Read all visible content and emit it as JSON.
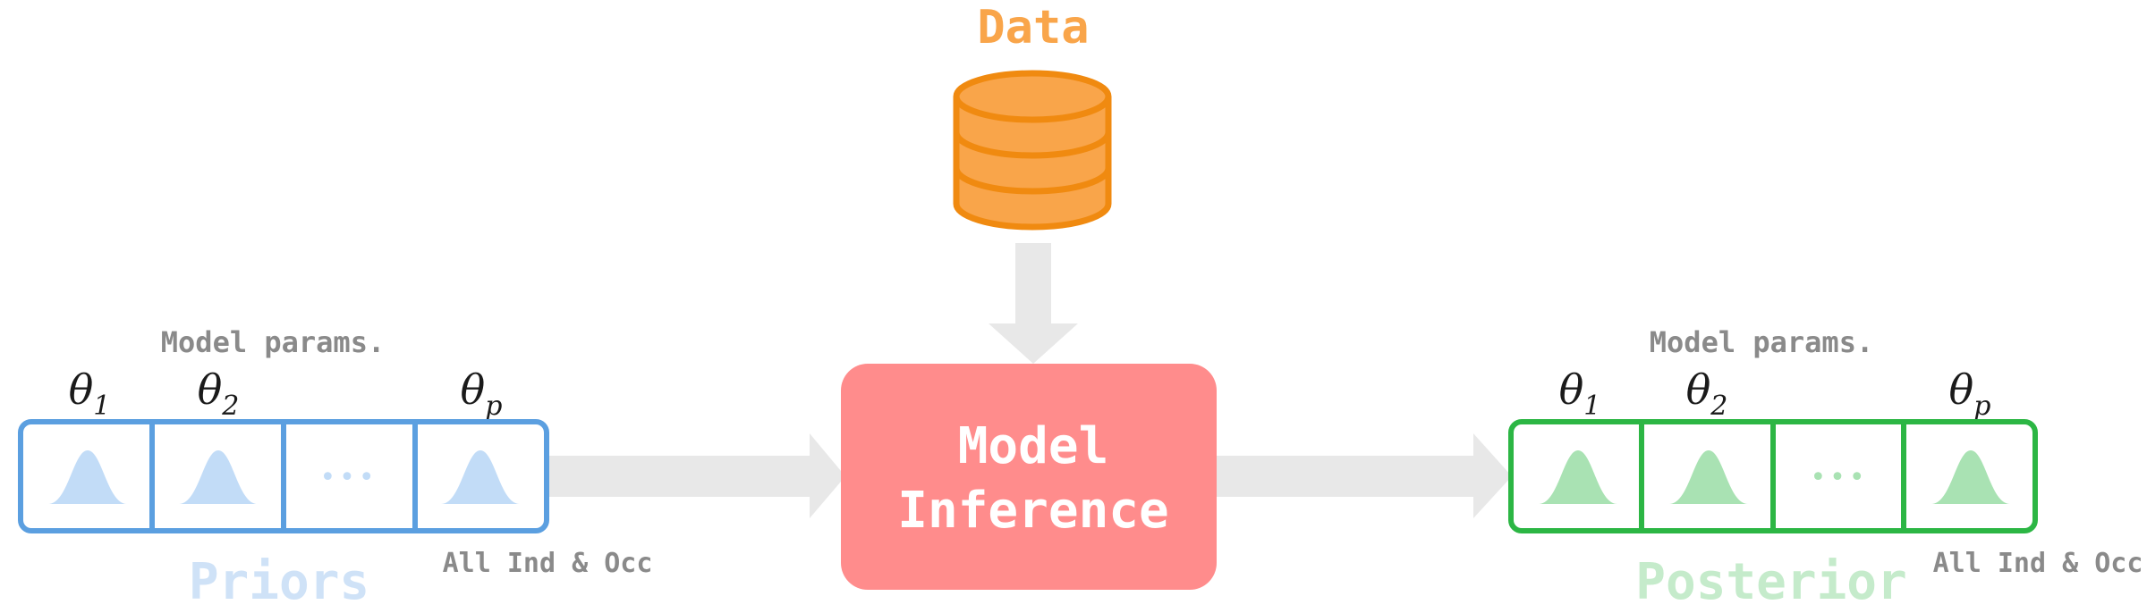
{
  "title": "Data",
  "center_box": {
    "line1": "Model",
    "line2": "Inference"
  },
  "left_panel": {
    "header": "Model params.",
    "params": [
      {
        "sym": "θ",
        "sub": "1"
      },
      {
        "sym": "θ",
        "sub": "2"
      },
      {
        "sym": "θ",
        "sub": "p"
      }
    ],
    "ellipsis": "•••",
    "footer": "All Ind & Occ",
    "label": "Priors"
  },
  "right_panel": {
    "header": "Model params.",
    "params": [
      {
        "sym": "θ",
        "sub": "1"
      },
      {
        "sym": "θ",
        "sub": "2"
      },
      {
        "sym": "θ",
        "sub": "p"
      }
    ],
    "ellipsis": "•••",
    "footer": "All Ind & Occ",
    "label": "Posterior"
  },
  "colors": {
    "data": "#F9A54A",
    "data_stroke": "#F08A10",
    "inference": "#FF8C8C",
    "prior_stroke": "#5B9FE0",
    "prior_fill": "#C2DCF7",
    "prior_label": "#CFE2F7",
    "posterior_stroke": "#2CB644",
    "posterior_fill": "#A9E2B3",
    "posterior_label": "#C5EBCB",
    "arrow": "#E8E8E8",
    "muted_text": "#8A8A8A"
  }
}
